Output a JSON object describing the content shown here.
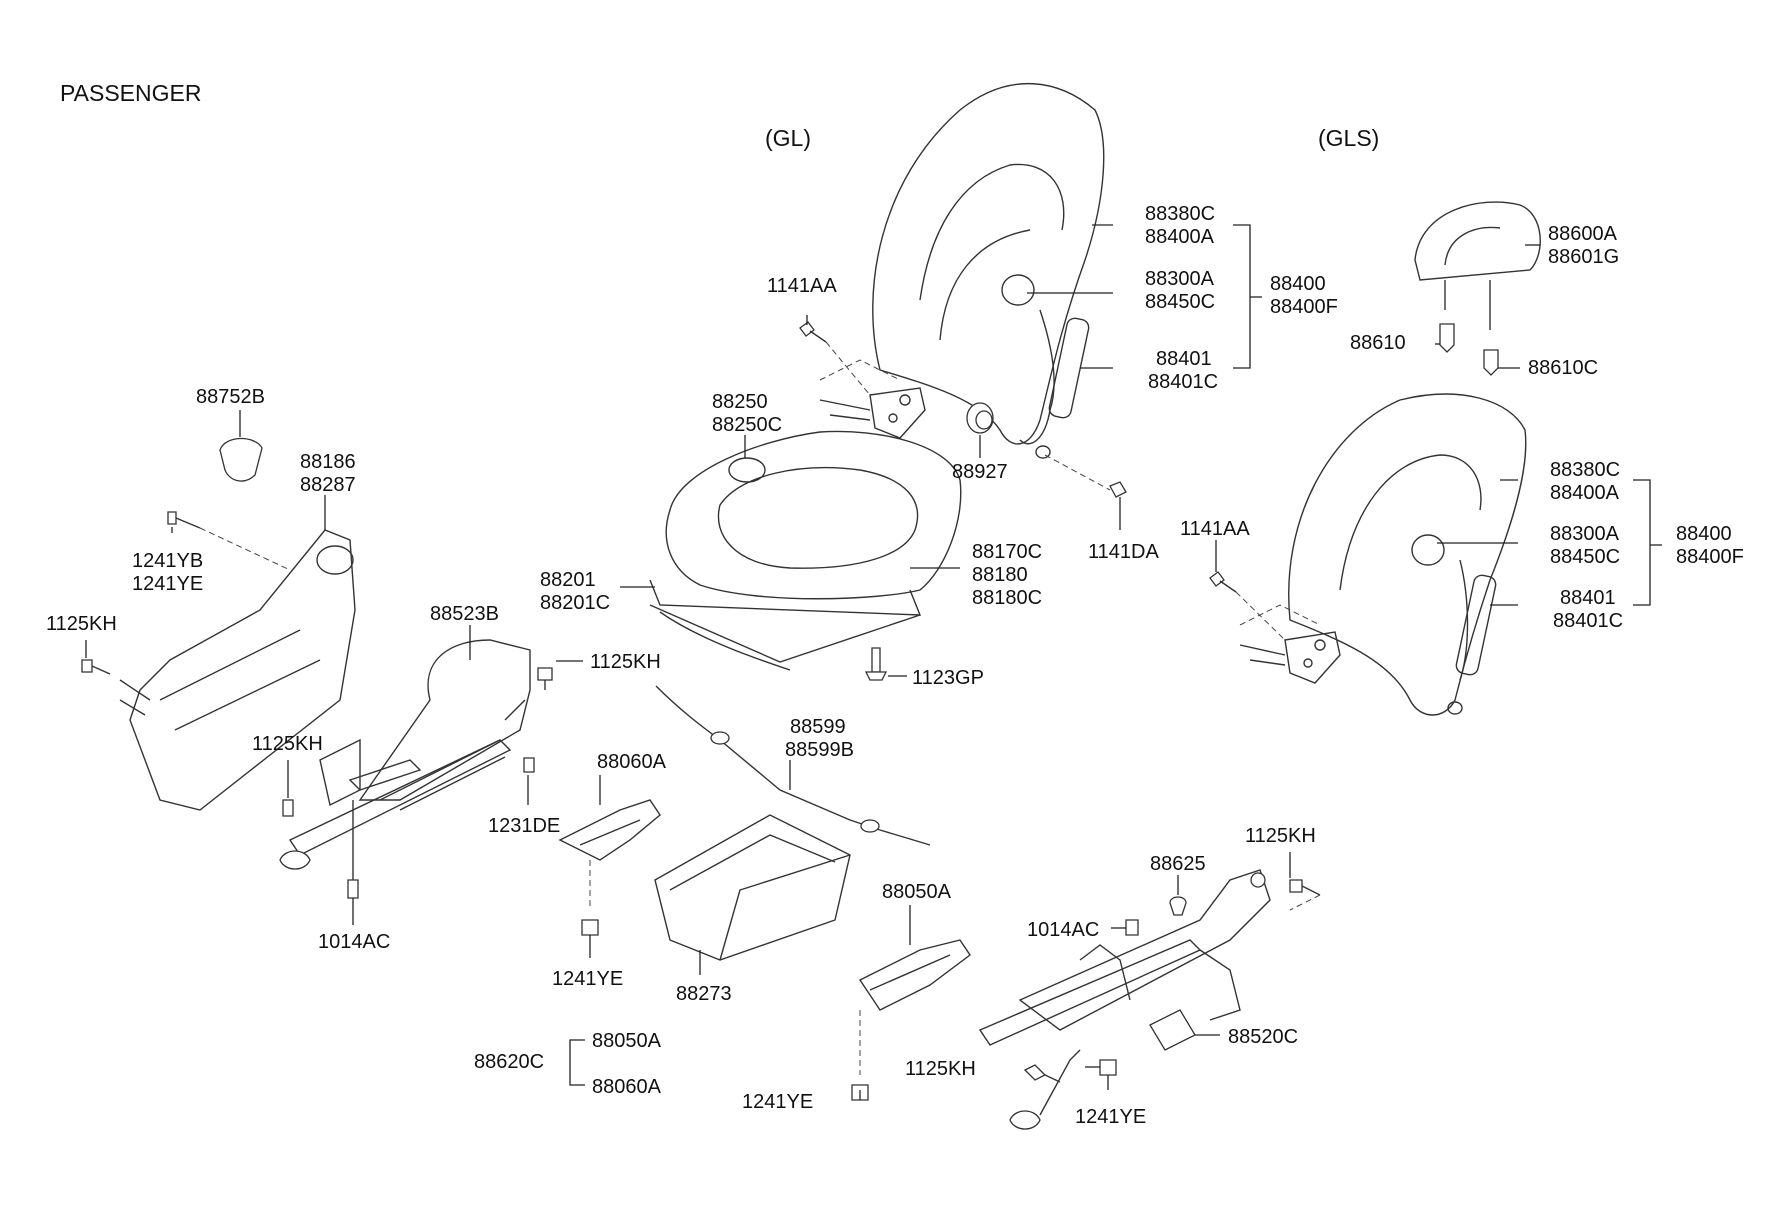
{
  "headers": {
    "passenger": "PASSENGER",
    "gl": "(GL)",
    "gls": "(GLS)"
  },
  "labels": {
    "l_88380C_a": "88380C",
    "l_88400A_a": "88400A",
    "l_88300A_a": "88300A",
    "l_88450C_a": "88450C",
    "l_88401_a": "88401",
    "l_88401C_a": "88401C",
    "l_88400_a": "88400",
    "l_88400F_a": "88400F",
    "l_1141AA_a": "1141AA",
    "l_88927": "88927",
    "l_1141DA": "1141DA",
    "l_88250": "88250",
    "l_88250C": "88250C",
    "l_88170C": "88170C",
    "l_88180": "88180",
    "l_88180C": "88180C",
    "l_88201": "88201",
    "l_88201C": "88201C",
    "l_1123GP": "1123GP",
    "l_88752B": "88752B",
    "l_88186": "88186",
    "l_88287": "88287",
    "l_1241YB": "1241YB",
    "l_1241YE_a": "1241YE",
    "l_1125KH_a": "1125KH",
    "l_88523B": "88523B",
    "l_1125KH_b": "1125KH",
    "l_1125KH_c": "1125KH",
    "l_1231DE": "1231DE",
    "l_1014AC_a": "1014AC",
    "l_88060A_a": "88060A",
    "l_1241YE_b": "1241YE",
    "l_88273": "88273",
    "l_88599": "88599",
    "l_88599B": "88599B",
    "l_88050A_a": "88050A",
    "l_1241YE_c": "1241YE",
    "l_88620C": "88620C",
    "l_88050A_b": "88050A",
    "l_88060A_b": "88060A",
    "l_88600A": "88600A",
    "l_88601G": "88601G",
    "l_88610": "88610",
    "l_88610C": "88610C",
    "l_88380C_b": "88380C",
    "l_88400A_b": "88400A",
    "l_88300A_b": "88300A",
    "l_88450C_b": "88450C",
    "l_88401_b": "88401",
    "l_88401C_b": "88401C",
    "l_88400_b": "88400",
    "l_88400F_b": "88400F",
    "l_1141AA_b": "1141AA",
    "l_1125KH_d": "1125KH",
    "l_88625": "88625",
    "l_1014AC_b": "1014AC",
    "l_88520C": "88520C",
    "l_1125KH_e": "1125KH",
    "l_1241YE_d": "1241YE"
  }
}
